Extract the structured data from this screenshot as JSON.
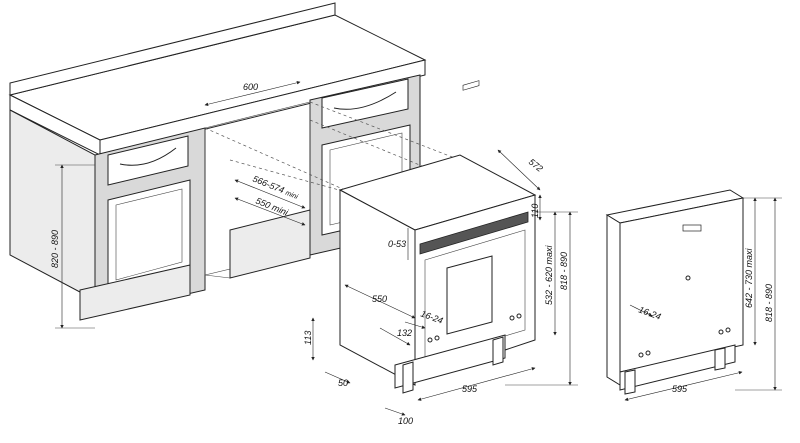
{
  "labels": {
    "counter_width": "600",
    "niche_depth": "566-574",
    "niche_depth_suffix": "mini",
    "niche_depth_2": "550 mini",
    "cabinet_height": "820 - 890",
    "oven_depth": "572",
    "oven_top": "110",
    "oven_gap": "0-53",
    "oven_front_height": "532 - 620 maxi",
    "oven_total_height": "818 - 890",
    "oven_inner_depth": "550",
    "oven_panel": "16-24",
    "oven_plinth": "132",
    "oven_base": "113",
    "oven_base_offset": "50",
    "oven_width": "595",
    "oven_feet": "100",
    "door_panel": "16-24",
    "door_width": "595",
    "door_front_height": "642 - 730 maxi",
    "door_total_height": "818 - 890"
  }
}
